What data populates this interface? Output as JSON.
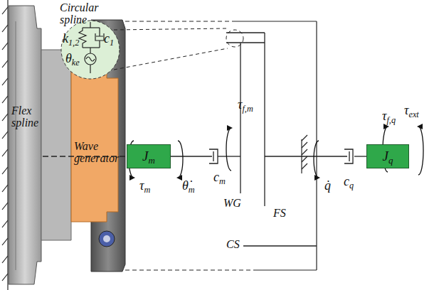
{
  "diagram": {
    "nodes": [
      {
        "text": [
          "k1,2",
          "c1",
          "θke"
        ]
      },
      {
        "text": [
          "Jm"
        ]
      },
      {
        "text": [
          "Jq"
        ]
      }
    ],
    "labels": [
      "Circular spline",
      "Flex spline",
      "Wave generator",
      "τm",
      "θ̇m",
      "cm",
      "τf,m",
      "WG",
      "FS",
      "CS",
      "q̇",
      "cq",
      "τf,q",
      "τext"
    ]
  }
}
